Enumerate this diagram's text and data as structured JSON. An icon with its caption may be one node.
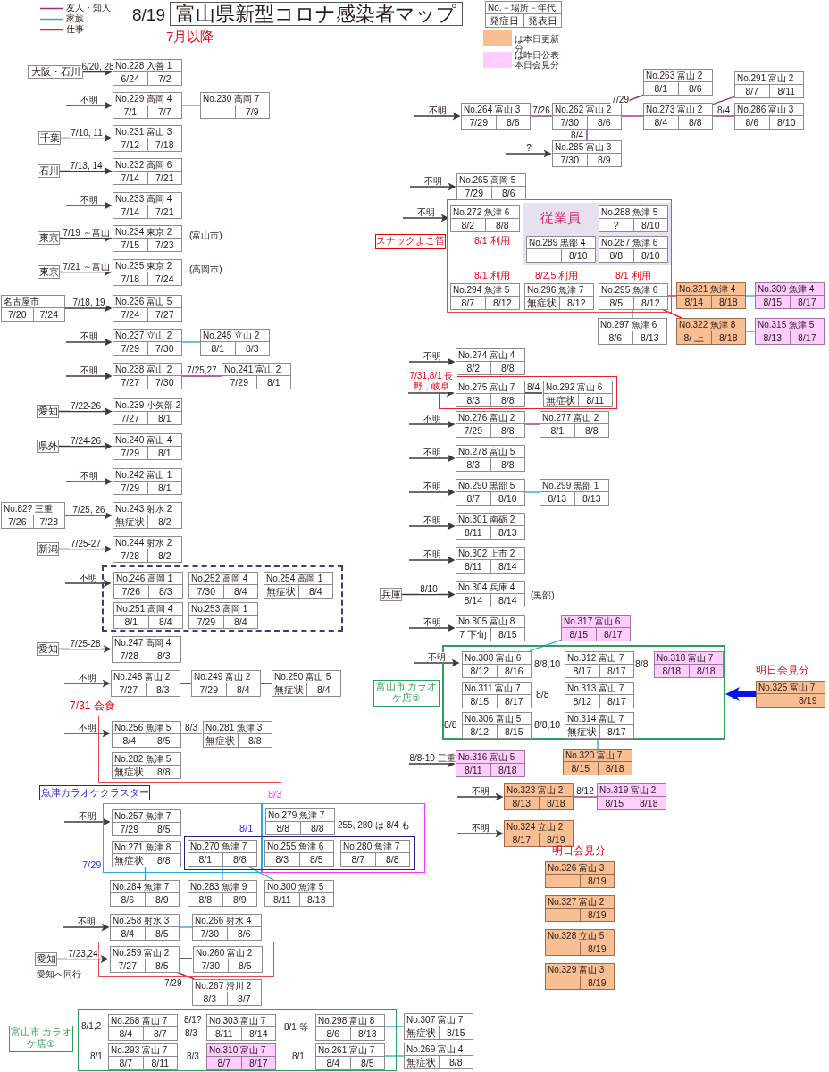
{
  "diagram": {
    "title": "富山県新型コロナ感染者マップ",
    "nodes": [
      {
        "text": [
          "No.－場所－年代",
          "発症日",
          "発表日"
        ]
      },
      {
        "text": [
          "大阪・石川"
        ]
      },
      {
        "text": [
          "No.228 入善 1",
          "6/24",
          "7/2"
        ]
      },
      {
        "text": [
          "No.229 高岡 4",
          "7/1",
          "7/7"
        ]
      },
      {
        "text": [
          "No.230 高岡 7",
          "7/9"
        ]
      },
      {
        "text": [
          "千葉"
        ]
      },
      {
        "text": [
          "No.231 富山 3",
          "7/12",
          "7/18"
        ]
      },
      {
        "text": [
          "石川"
        ]
      },
      {
        "text": [
          "No.232 高岡 6",
          "7/14",
          "7/21"
        ]
      },
      {
        "text": [
          "No.233 高岡 4",
          "7/14",
          "7/21"
        ]
      },
      {
        "text": [
          "東京"
        ]
      },
      {
        "text": [
          "No.234 東京 2",
          "7/15",
          "7/23"
        ],
        "beside": [
          "(富山市)"
        ]
      },
      {
        "text": [
          "東京"
        ]
      },
      {
        "text": [
          "No.235 東京 2",
          "7/18",
          "7/24"
        ],
        "beside": [
          "(高岡市)"
        ]
      },
      {
        "text": [
          "名古屋市",
          "7/20",
          "7/24"
        ]
      },
      {
        "text": [
          "No.236 富山 5",
          "7/24",
          "7/27"
        ]
      },
      {
        "text": [
          "No.237 立山 2",
          "7/29",
          "7/30"
        ]
      },
      {
        "text": [
          "No.245 立山 2",
          "8/1",
          "8/3"
        ]
      },
      {
        "text": [
          "No.238 富山 2",
          "7/27",
          "7/30"
        ]
      },
      {
        "text": [
          "No.241 富山 2",
          "7/29",
          "8/1"
        ]
      },
      {
        "text": [
          "愛知"
        ]
      },
      {
        "text": [
          "No.239 小矢部 2",
          "7/27",
          "8/1"
        ]
      },
      {
        "text": [
          "県外"
        ]
      },
      {
        "text": [
          "No.240 富山 4",
          "7/29",
          "8/1"
        ]
      },
      {
        "text": [
          "No.242 富山 1",
          "7/29",
          "8/1"
        ]
      },
      {
        "text": [
          "No.82? 三重",
          "7/26",
          "7/28"
        ]
      },
      {
        "text": [
          "No.243 射水 2",
          "無症状",
          "8/2"
        ]
      },
      {
        "text": [
          "新潟"
        ]
      },
      {
        "text": [
          "No.244 射水 2",
          "7/28",
          "8/2"
        ]
      },
      {
        "text": [],
        "shape": "box"
      },
      {
        "text": [
          "No.246 高岡 1",
          "7/26",
          "8/3"
        ],
        "in": 29
      },
      {
        "text": [
          "No.252 高岡 4",
          "7/30",
          "8/4"
        ],
        "in": 29
      },
      {
        "text": [
          "No.254 高岡 1",
          "無症状",
          "8/4"
        ],
        "in": 29
      },
      {
        "text": [
          "No.251 高岡 4",
          "8/1",
          "8/4"
        ],
        "in": 29
      },
      {
        "text": [
          "No.253 高岡 1",
          "7/29",
          "8/4"
        ],
        "in": 29
      },
      {
        "text": [
          "愛知"
        ]
      },
      {
        "text": [
          "No.247 高岡 4",
          "7/28",
          "8/3"
        ]
      },
      {
        "text": [
          "No.248 富山 2",
          "7/27",
          "8/3"
        ]
      },
      {
        "text": [
          "No.249 富山 2",
          "7/29",
          "8/4"
        ]
      },
      {
        "text": [
          "No.250 富山 5",
          "無症状",
          "8/4"
        ]
      },
      {
        "text": [
          "7/31 会食"
        ]
      },
      {
        "text": [
          "No.256 魚津 5",
          "8/4",
          "8/5"
        ],
        "in": 40
      },
      {
        "text": [
          "No.281 魚津 3",
          "無症状",
          "8/8"
        ],
        "in": 40
      },
      {
        "text": [
          "No.282 魚津 5",
          "無症状",
          "8/8"
        ],
        "in": 40
      },
      {
        "text": [
          "魚津カラオケクラスター"
        ]
      },
      {
        "text": [],
        "shape": "box"
      },
      {
        "text": [
          "No.257 魚津 7",
          "7/29",
          "8/5"
        ],
        "in": 45
      },
      {
        "text": [
          "No.271 魚津 8",
          "無症状",
          "8/8"
        ],
        "in": 45
      },
      {
        "text": [],
        "shape": "box"
      },
      {
        "text": [
          "No.279 魚津 7",
          "8/8",
          "8/8"
        ],
        "in": 48
      },
      {
        "text": [],
        "shape": "box"
      },
      {
        "text": [
          "No.270 魚津 7",
          "8/1",
          "8/8"
        ]
      },
      {
        "text": [
          "No.255 魚津 6",
          "8/3",
          "8/5"
        ]
      },
      {
        "text": [
          "No.280 魚津 7",
          "8/7",
          "8/8"
        ]
      },
      {
        "text": [
          "No.284 魚津 7",
          "8/6",
          "8/9"
        ]
      },
      {
        "text": [
          "No.283 魚津 9",
          "8/8",
          "8/9"
        ]
      },
      {
        "text": [
          "No.300 魚津 5",
          "8/11",
          "8/13"
        ]
      },
      {
        "text": [
          "No.258 射水 3",
          "8/4",
          "8/5"
        ]
      },
      {
        "text": [
          "No.266 射水 4",
          "7/30",
          "8/6"
        ]
      },
      {
        "text": [
          "愛知"
        ],
        "beside": [
          "愛知へ同行"
        ]
      },
      {
        "text": [],
        "shape": "box"
      },
      {
        "text": [
          "No.259 富山 2",
          "7/27",
          "8/5"
        ],
        "in": 60
      },
      {
        "text": [
          "No.260 富山 2",
          "7/30",
          "8/5"
        ],
        "in": 60
      },
      {
        "text": [
          "No.267 滑川 2",
          "8/3",
          "8/7"
        ]
      },
      {
        "text": [
          "富山市 カラオケ店①"
        ]
      },
      {
        "text": [
          "No.268 富山 7",
          "8/4",
          "8/7"
        ],
        "in": 64,
        "beside": [
          "8/1,2"
        ]
      },
      {
        "text": [
          "No.303 富山 7",
          "8/11",
          "8/14"
        ],
        "in": 64,
        "beside": [
          "8/1?",
          "8/3"
        ]
      },
      {
        "text": [
          "No.298 富山 8",
          "8/6",
          "8/13"
        ],
        "in": 64,
        "beside": [
          "8/1 等"
        ]
      },
      {
        "text": [
          "No.307 富山 7",
          "無症状",
          "8/15"
        ]
      },
      {
        "text": [
          "No.293 富山 7",
          "8/7",
          "8/11"
        ],
        "in": 64,
        "beside": [
          "8/1"
        ]
      },
      {
        "text": [
          "No.310 富山 7",
          "8/7",
          "8/17"
        ],
        "in": 64,
        "beside": [
          "8/3"
        ]
      },
      {
        "text": [
          "No.261 富山 7",
          "8/4",
          "8/5"
        ],
        "in": 64,
        "beside": [
          "8/1"
        ]
      },
      {
        "text": [
          "No.269 富山 4",
          "無症状",
          "8/8"
        ]
      },
      {
        "text": [
          "No.263 富山 2",
          "8/1",
          "8/6"
        ]
      },
      {
        "text": [
          "No.291 富山 2",
          "8/7",
          "8/11"
        ]
      },
      {
        "text": [
          "No.264 富山 3",
          "7/29",
          "8/6"
        ]
      },
      {
        "text": [
          "No.262 富山 2",
          "7/30",
          "8/6"
        ]
      },
      {
        "text": [
          "No.273 富山 2",
          "8/4",
          "8/8"
        ]
      },
      {
        "text": [
          "No.286 富山 3",
          "8/6",
          "8/10"
        ]
      },
      {
        "text": [
          "No.285 富山 3",
          "7/30",
          "8/9"
        ]
      },
      {
        "text": [
          "No.265 高岡 5",
          "7/29",
          "8/6"
        ]
      },
      {
        "text": [
          "スナックよこ笛"
        ]
      },
      {
        "text": [
          "No.272 魚津 6",
          "8/2",
          "8/8"
        ],
        "in": 81,
        "beside": [
          "8/1 利用"
        ]
      },
      {
        "text": [
          "従業員"
        ],
        "in": 81
      },
      {
        "text": [
          "No.288 魚津 5",
          "?",
          "8/10"
        ],
        "in": 83
      },
      {
        "text": [
          "No.289 黒部 4",
          "8/10"
        ],
        "in": 83
      },
      {
        "text": [
          "No.287 魚津 6",
          "8/8",
          "8/10"
        ],
        "in": 83
      },
      {
        "text": [
          "No.294 魚津 5",
          "8/7",
          "8/12"
        ],
        "in": 81,
        "beside": [
          "8/1 利用"
        ]
      },
      {
        "text": [
          "No.296 魚津 7",
          "無症状",
          "8/12"
        ],
        "in": 81,
        "beside": [
          "8/2,5 利用"
        ]
      },
      {
        "text": [
          "No.295 魚津 6",
          "8/5",
          "8/12"
        ],
        "in": 81,
        "beside": [
          "8/1 利用"
        ]
      },
      {
        "text": [
          "No.321 魚津 4",
          "8/14",
          "8/18"
        ]
      },
      {
        "text": [
          "No.309 魚津 4",
          "8/15",
          "8/17"
        ]
      },
      {
        "text": [
          "No.297 魚津 6",
          "8/6",
          "8/13"
        ]
      },
      {
        "text": [
          "No.322 魚津 8",
          "8/ 上",
          "8/18"
        ]
      },
      {
        "text": [
          "No.315 魚津 5",
          "8/13",
          "8/17"
        ]
      },
      {
        "text": [
          "No.274 富山 4",
          "8/2",
          "8/8"
        ]
      },
      {
        "text": [],
        "shape": "box"
      },
      {
        "text": [
          "No.275 富山 7",
          "8/3",
          "8/8"
        ],
        "in": 96
      },
      {
        "text": [
          "No.292 富山 6",
          "無症状",
          "8/11"
        ],
        "in": 96
      },
      {
        "text": [
          "No.276 富山 2",
          "7/29",
          "8/8"
        ]
      },
      {
        "text": [
          "No.277 富山 2",
          "8/1",
          "8/8"
        ]
      },
      {
        "text": [
          "No.278 富山 5",
          "8/3",
          "8/8"
        ]
      },
      {
        "text": [
          "No.290 黒部 5",
          "8/7",
          "8/10"
        ]
      },
      {
        "text": [
          "No.299 黒部 1",
          "8/13",
          "8/13"
        ]
      },
      {
        "text": [
          "No.301 南砺 2",
          "8/11",
          "8/13"
        ]
      },
      {
        "text": [
          "No.302 上市 2",
          "8/11",
          "8/14"
        ]
      },
      {
        "text": [
          "兵庫"
        ]
      },
      {
        "text": [
          "No.304 兵庫 4",
          "8/14",
          "8/14"
        ],
        "beside": [
          "(黒部)"
        ]
      },
      {
        "text": [
          "No.305 富山 8",
          "7 下旬",
          "8/15"
        ]
      },
      {
        "text": [
          "No.317 富山 6",
          "8/15",
          "8/17"
        ]
      },
      {
        "text": [
          "富山市 カラオケ店②"
        ]
      },
      {
        "text": [
          "No.308 富山 6",
          "8/12",
          "8/16"
        ],
        "in": 110
      },
      {
        "text": [
          "No.312 富山 7",
          "8/17",
          "8/17"
        ],
        "in": 110
      },
      {
        "text": [
          "No.318 富山 7",
          "8/18",
          "8/18"
        ],
        "in": 110
      },
      {
        "text": [
          "No.311 富山 7",
          "8/15",
          "8/17"
        ],
        "in": 110
      },
      {
        "text": [
          "No.313 富山 7",
          "8/12",
          "8/17"
        ],
        "in": 110
      },
      {
        "text": [
          "No.306 富山 5",
          "8/12",
          "8/15"
        ],
        "in": 110
      },
      {
        "text": [
          "No.314 富山 7",
          "無症状",
          "8/17"
        ],
        "in": 110
      },
      {
        "text": [
          "No.325 富山 7",
          "8/19"
        ],
        "beside": [
          "明日会見分"
        ]
      },
      {
        "text": [
          "No.316 富山 5",
          "8/11",
          "8/18"
        ]
      },
      {
        "text": [
          "No.320 富山 7",
          "8/15",
          "8/18"
        ]
      },
      {
        "text": [
          "No.323 富山 2",
          "8/13",
          "8/18"
        ]
      },
      {
        "text": [
          "No.319 富山 2",
          "8/15",
          "8/18"
        ]
      },
      {
        "text": [
          "No.324 立山 2",
          "8/17",
          "8/19"
        ]
      },
      {
        "text": [
          "No.326 富山 3",
          "8/19"
        ]
      },
      {
        "text": [
          "No.327 富山 2",
          "8/19"
        ]
      },
      {
        "text": [
          "No.328 立山 5",
          "8/19"
        ]
      },
      {
        "text": [
          "No.329 富山 3",
          "8/19"
        ]
      }
    ],
    "edges": [
      {
        "from": 1,
        "to": 2,
        "arrow": "to",
        "label": "6/20, 28"
      },
      {
        "from": null,
        "to": 3,
        "arrow": "to",
        "label": "不明"
      },
      {
        "from": 3,
        "to": 4,
        "arrow": "none",
        "color": "#29abe2"
      },
      {
        "from": 5,
        "to": 6,
        "arrow": "to",
        "label": "7/10, 11"
      },
      {
        "from": 7,
        "to": 8,
        "arrow": "to",
        "label": "7/13, 14"
      },
      {
        "from": null,
        "to": 9,
        "arrow": "to",
        "label": "不明"
      },
      {
        "from": 10,
        "to": 11,
        "arrow": "to",
        "label": "7/19 ～富山"
      },
      {
        "from": 12,
        "to": 13,
        "arrow": "to",
        "label": "7/21 ～富山"
      },
      {
        "from": 14,
        "to": 15,
        "arrow": "to",
        "label": "7/18, 19"
      },
      {
        "from": null,
        "to": 16,
        "arrow": "to",
        "label": "不明"
      },
      {
        "from": 16,
        "to": 17,
        "arrow": "none",
        "color": "#29abe2"
      },
      {
        "from": null,
        "to": 18,
        "arrow": "to",
        "label": "不明"
      },
      {
        "from": 18,
        "to": 19,
        "arrow": "none",
        "color": "#a0307a",
        "label": "7/25,27"
      },
      {
        "from": 20,
        "to": 21,
        "arrow": "to",
        "label": "7/22-26"
      },
      {
        "from": 22,
        "to": 23,
        "arrow": "to",
        "label": "7/24-26"
      },
      {
        "from": null,
        "to": 24,
        "arrow": "to",
        "label": "不明"
      },
      {
        "from": 25,
        "to": 26,
        "arrow": "to",
        "label": "7/25, 26"
      },
      {
        "from": 27,
        "to": 28,
        "arrow": "to",
        "label": "7/25-27"
      },
      {
        "from": null,
        "to": 30,
        "arrow": "to",
        "label": "不明"
      },
      {
        "from": 35,
        "to": 36,
        "arrow": "to",
        "label": "7/25-28"
      },
      {
        "from": null,
        "to": 37,
        "arrow": "to",
        "label": "不明"
      },
      {
        "from": 37,
        "to": 38,
        "arrow": "none"
      },
      {
        "from": 38,
        "to": 39,
        "arrow": "none"
      },
      {
        "from": null,
        "to": 41,
        "arrow": "to",
        "label": "不明"
      },
      {
        "from": 41,
        "to": 42,
        "arrow": "none",
        "color": "#a0307a",
        "label": "8/3"
      },
      {
        "from": null,
        "to": 46,
        "arrow": "to",
        "label": "不明"
      },
      {
        "from": 47,
        "to": 54,
        "arrow": "none",
        "color": "#29abe2"
      },
      {
        "from": 51,
        "to": 55,
        "arrow": "none",
        "color": "#29abe2"
      },
      {
        "from": 51,
        "to": 56,
        "arrow": "none",
        "color": "#29abe2"
      },
      {
        "from": null,
        "to": 57,
        "arrow": "to",
        "label": "不明"
      },
      {
        "from": 57,
        "to": 58,
        "arrow": "none",
        "color": "#29abe2"
      },
      {
        "from": 59,
        "to": 61,
        "arrow": "to",
        "label": "7/23,24"
      },
      {
        "from": 61,
        "to": 62,
        "arrow": "none"
      },
      {
        "from": 61,
        "to": 63,
        "arrow": "none",
        "color": "#a0307a",
        "label": "7/29"
      },
      {
        "from": 67,
        "to": 68,
        "arrow": "none",
        "color": "#29abe2"
      },
      {
        "from": 71,
        "to": 72,
        "arrow": "none",
        "color": "#29abe2"
      },
      {
        "from": null,
        "to": 75,
        "arrow": "to",
        "label": "不明"
      },
      {
        "from": 75,
        "to": 76,
        "arrow": "none",
        "color": "#a0307a",
        "label": "7/26"
      },
      {
        "from": 76,
        "to": 73,
        "arrow": "none",
        "color": "#a0307a",
        "label": "7/29"
      },
      {
        "from": 76,
        "to": 77,
        "arrow": "none",
        "color": "#a0307a"
      },
      {
        "from": 76,
        "to": 79,
        "arrow": "none",
        "color": "#a0307a",
        "label": "8/4"
      },
      {
        "from": null,
        "to": 79,
        "arrow": "to",
        "label": "?"
      },
      {
        "from": 77,
        "to": 74,
        "arrow": "none",
        "color": "#a0307a"
      },
      {
        "from": 77,
        "to": 78,
        "arrow": "none",
        "color": "#a0307a",
        "label": "8/4"
      },
      {
        "from": null,
        "to": 80,
        "arrow": "to",
        "label": "不明"
      },
      {
        "from": null,
        "to": 82,
        "arrow": "to",
        "label": "不明"
      },
      {
        "from": 89,
        "to": 90,
        "arrow": "none",
        "color": "#e8202a"
      },
      {
        "from": 90,
        "to": 91,
        "arrow": "none",
        "color": "#29abe2"
      },
      {
        "from": 89,
        "to": 92,
        "arrow": "none",
        "color": "#29abe2"
      },
      {
        "from": 89,
        "to": 93,
        "arrow": "none",
        "color": "#e8202a"
      },
      {
        "from": 93,
        "to": 94,
        "arrow": "none",
        "color": "#29abe2"
      },
      {
        "from": null,
        "to": 95,
        "arrow": "to",
        "label": "不明"
      },
      {
        "from": null,
        "to": 97,
        "arrow": "to",
        "label": "7/31,8/1 長野，岐阜"
      },
      {
        "from": 97,
        "to": 98,
        "arrow": "none",
        "label": "8/4"
      },
      {
        "from": null,
        "to": 99,
        "arrow": "to",
        "label": "不明"
      },
      {
        "from": 99,
        "to": 100,
        "arrow": "none",
        "color": "#a0307a"
      },
      {
        "from": null,
        "to": 101,
        "arrow": "to",
        "label": "不明"
      },
      {
        "from": null,
        "to": 102,
        "arrow": "to",
        "label": "不明"
      },
      {
        "from": 102,
        "to": 103,
        "arrow": "none",
        "color": "#29abe2"
      },
      {
        "from": null,
        "to": 104,
        "arrow": "to",
        "label": "不明"
      },
      {
        "from": null,
        "to": 105,
        "arrow": "to",
        "label": "不明"
      },
      {
        "from": 106,
        "to": 107,
        "arrow": "to",
        "label": "8/10"
      },
      {
        "from": null,
        "to": 108,
        "arrow": "to",
        "label": "不明"
      },
      {
        "from": 111,
        "to": 109,
        "arrow": "none",
        "color": "#29abe2"
      },
      {
        "from": null,
        "to": 111,
        "arrow": "to",
        "label": "不明"
      },
      {
        "from": 118,
        "to": 110,
        "arrow": "to",
        "style": "thick",
        "color": "#0a14e6"
      },
      {
        "from": 117,
        "to": 120,
        "arrow": "none",
        "color": "#29abe2"
      },
      {
        "from": null,
        "to": 119,
        "arrow": "to",
        "label": "8/8-10 三重"
      },
      {
        "from": null,
        "to": 121,
        "arrow": "to",
        "label": "不明"
      },
      {
        "from": 121,
        "to": 122,
        "arrow": "none",
        "color": "#a0307a",
        "label": "8/12"
      },
      {
        "from": null,
        "to": 123,
        "arrow": "to",
        "label": "不明"
      }
    ],
    "labels": [
      "8/19",
      "7月以降",
      "8/3",
      "8/1",
      "255, 280 は 8/4 も",
      "7/29",
      "8/8,10",
      "8/8",
      "8/8",
      "8/8",
      "8/8,10",
      "明日会見分"
    ],
    "legend": [
      {
        "text": "友人・知人"
      },
      {
        "text": "家族"
      },
      {
        "text": "仕事"
      },
      {
        "text": "は本日更新分",
        "color": "#f8bf94"
      },
      {
        "text": "は昨日公表本日会見分",
        "color": "#ffccff"
      }
    ]
  }
}
